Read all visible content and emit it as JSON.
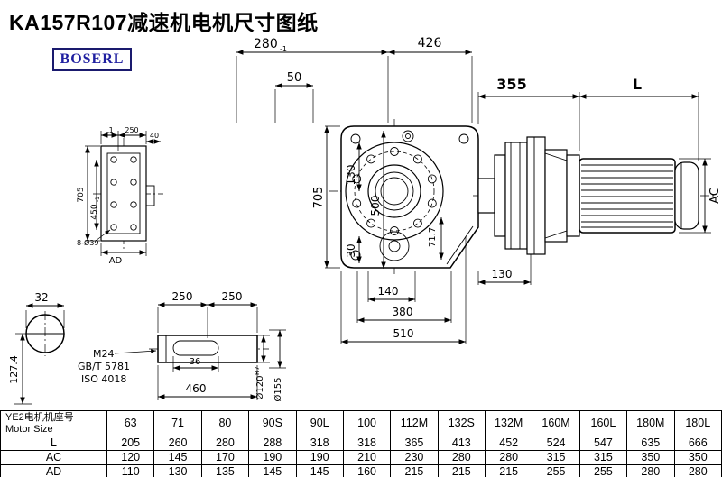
{
  "page": {
    "title": "KA157R107减速机电机尺寸图纸",
    "logo": "BOSERL"
  },
  "drawing": {
    "top": {
      "d280": "280",
      "d280_tol": "-1",
      "d426": "426",
      "d50": "50",
      "d355": "355",
      "dL": "L"
    },
    "main": {
      "d705": "705",
      "d130_left": "130",
      "d500": "500",
      "d30": "30",
      "d71_7": "71.7",
      "d140": "140",
      "d130_bottom": "130",
      "d380": "380",
      "d510": "510",
      "dAC": "AC"
    },
    "flange": {
      "dL1": "L1",
      "d250": "250",
      "d40": "40",
      "d705": "705",
      "d450": "450",
      "d450_tol": "-1",
      "holes": "8-Ø39",
      "dAD": "AD"
    },
    "shaft": {
      "d32": "32",
      "d127_4": "127.4",
      "d250_1": "250",
      "d250_2": "250",
      "thread": "M24",
      "std_gb": "GB/T 5781",
      "std_iso": "ISO 4018",
      "d36": "36",
      "d460": "460",
      "dia120": "Ø120",
      "dia120_fit": "H7",
      "dia155": "Ø155"
    }
  },
  "table": {
    "header": {
      "label_cn": "YE2电机机座号",
      "label_en": "Motor Size",
      "sizes": [
        "63",
        "71",
        "80",
        "90S",
        "90L",
        "100",
        "112M",
        "132S",
        "132M",
        "160M",
        "160L",
        "180M",
        "180L"
      ]
    },
    "rows": [
      {
        "label": "L",
        "values": [
          "205",
          "260",
          "280",
          "288",
          "318",
          "318",
          "365",
          "413",
          "452",
          "524",
          "547",
          "635",
          "666"
        ]
      },
      {
        "label": "AC",
        "values": [
          "120",
          "145",
          "170",
          "190",
          "190",
          "210",
          "230",
          "280",
          "280",
          "315",
          "315",
          "350",
          "350"
        ]
      },
      {
        "label": "AD",
        "values": [
          "110",
          "130",
          "135",
          "145",
          "145",
          "160",
          "215",
          "215",
          "215",
          "255",
          "255",
          "280",
          "280"
        ]
      }
    ]
  }
}
